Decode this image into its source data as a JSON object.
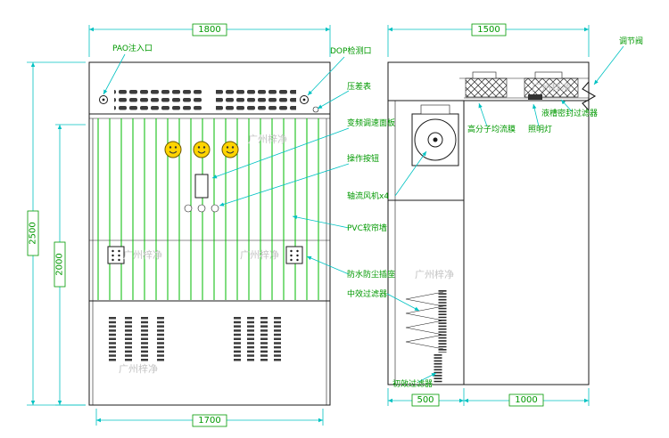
{
  "watermark": "广州梓净",
  "labels": {
    "pao": "PAO注入口",
    "dop": "DOP检测口",
    "pressure_gauge": "压差表",
    "vfd_panel": "变频调速面板",
    "control_buttons": "操作按钮",
    "axial_fan": "轴流风机x4",
    "pvc_curtain": "PVC软帘墙",
    "socket": "防水防尘插座",
    "medium_filter": "中效过滤器",
    "primary_filter": "初效过滤器",
    "membrane": "高分子均流膜",
    "lamp": "照明灯",
    "liquid_seal_filter": "液槽密封过滤器",
    "damper": "调节阀"
  },
  "dimensions": {
    "front_width": "1800",
    "side_depth": "1500",
    "overall_height": "2500",
    "chamber_height": "2000",
    "front_inner_width": "1700",
    "side_unit_depth": "500",
    "side_chamber_depth": "1000"
  },
  "colors": {
    "dimension_line": "#00c2c2",
    "annotation_text": "#009900",
    "curtain_green": "#00bb00",
    "outline": "#1a1a1a",
    "gauge_yellow": "#ffd400",
    "watermark_gray": "#c4c4c4"
  }
}
